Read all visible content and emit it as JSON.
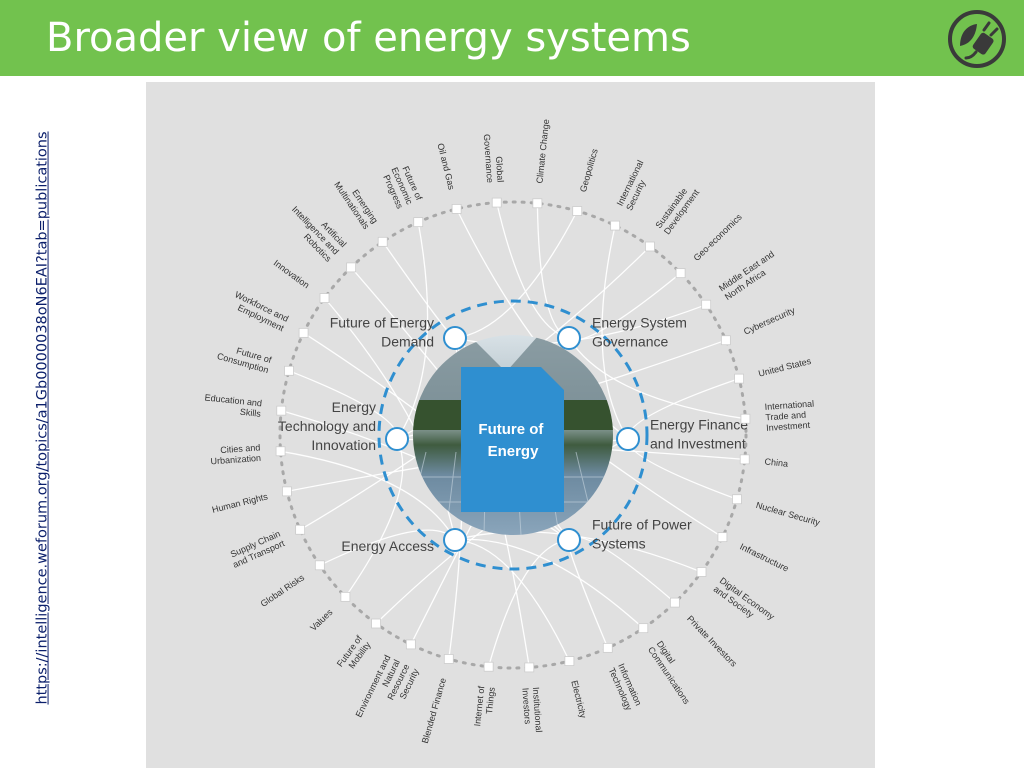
{
  "header": {
    "title": "Broader view of energy systems",
    "background": "#72c24e"
  },
  "logo": {
    "icon": "plug-leaf-icon",
    "color": "#3a3a3a"
  },
  "side_link": "https://intelligence.weforum.org/topics/a1Gb0000038oN6EAI?tab=publications",
  "diagram": {
    "center_label": [
      "Future of",
      "Energy"
    ],
    "accent": "#2f8fd0",
    "hubs": [
      {
        "id": "demand",
        "label": [
          "Future of Energy",
          "Demand"
        ]
      },
      {
        "id": "governance",
        "label": [
          "Energy System",
          "Governance"
        ]
      },
      {
        "id": "technology",
        "label": [
          "Energy",
          "Technology and",
          "Innovation"
        ]
      },
      {
        "id": "finance",
        "label": [
          "Energy Finance",
          "and Investment"
        ]
      },
      {
        "id": "access",
        "label": [
          "Energy Access"
        ]
      },
      {
        "id": "power",
        "label": [
          "Future of Power",
          "Systems"
        ]
      }
    ],
    "topics": [
      [
        "Climate Change"
      ],
      [
        "Geopolitics"
      ],
      [
        "International",
        "Security"
      ],
      [
        "Sustainable",
        "Development"
      ],
      [
        "Geo-economics"
      ],
      [
        "Middle East and",
        "North Africa"
      ],
      [
        "Cybersecurity"
      ],
      [
        "United States"
      ],
      [
        "International",
        "Trade and",
        "Investment"
      ],
      [
        "China"
      ],
      [
        "Nuclear Security"
      ],
      [
        "Infrastructure"
      ],
      [
        "Digital Economy",
        "and Society"
      ],
      [
        "Private Investors"
      ],
      [
        "Digital",
        "Communications"
      ],
      [
        "Information",
        "Technology"
      ],
      [
        "Electricity"
      ],
      [
        "Institutional",
        "Investors"
      ],
      [
        "Internet of",
        "Things"
      ],
      [
        "Blended Finance"
      ],
      [
        "Environment and",
        "Natural",
        "Resource",
        "Security"
      ],
      [
        "Future of",
        "Mobility"
      ],
      [
        "Values"
      ],
      [
        "Global Risks"
      ],
      [
        "Supply Chain",
        "and Transport"
      ],
      [
        "Human Rights"
      ],
      [
        "Cities and",
        "Urbanization"
      ],
      [
        "Education and",
        "Skills"
      ],
      [
        "Future of",
        "Consumption"
      ],
      [
        "Workforce and",
        "Employment"
      ],
      [
        "Innovation"
      ],
      [
        "Artificial",
        "Intelligence and",
        "Robotics"
      ],
      [
        "Emerging",
        "Multinationals"
      ],
      [
        "Future of",
        "Economic",
        "Progress"
      ],
      [
        "Oil and Gas"
      ],
      [
        "Global",
        "Governance"
      ]
    ],
    "links": [
      [
        0,
        1
      ],
      [
        0,
        5
      ],
      [
        0,
        11
      ],
      [
        0,
        17
      ],
      [
        0,
        19
      ],
      [
        0,
        32
      ],
      [
        1,
        0
      ],
      [
        1,
        4
      ],
      [
        1,
        8
      ],
      [
        1,
        20
      ],
      [
        1,
        24
      ],
      [
        1,
        35
      ],
      [
        2,
        3
      ],
      [
        2,
        6
      ],
      [
        2,
        9
      ],
      [
        2,
        22
      ],
      [
        2,
        28
      ],
      [
        2,
        33
      ],
      [
        3,
        2
      ],
      [
        3,
        7
      ],
      [
        3,
        10
      ],
      [
        3,
        21
      ],
      [
        3,
        25
      ],
      [
        3,
        34
      ],
      [
        4,
        12
      ],
      [
        4,
        14
      ],
      [
        4,
        16
      ],
      [
        4,
        23
      ],
      [
        4,
        26
      ],
      [
        4,
        30
      ],
      [
        5,
        13
      ],
      [
        5,
        15
      ],
      [
        5,
        18
      ],
      [
        5,
        27
      ],
      [
        5,
        29
      ],
      [
        5,
        31
      ]
    ]
  }
}
